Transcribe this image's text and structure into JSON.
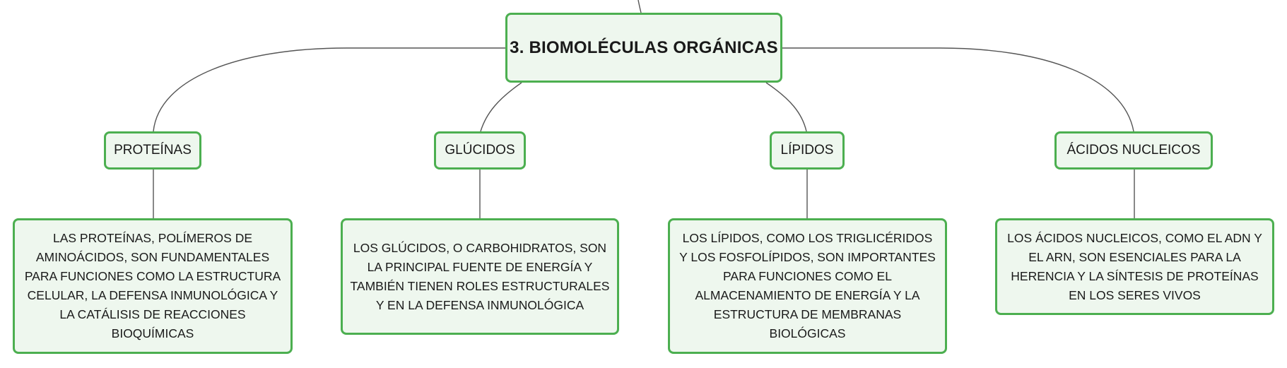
{
  "root": {
    "title": "3. BIOMOLÉCULAS ORGÁNICAS"
  },
  "topics": [
    {
      "label": "PROTEÍNAS",
      "description": "LAS PROTEÍNAS, POLÍMEROS DE AMINOÁCIDOS, SON FUNDAMENTALES PARA FUNCIONES COMO LA ESTRUCTURA CELULAR, LA DEFENSA INMUNOLÓGICA Y LA CATÁLISIS DE REACCIONES BIOQUÍMICAS"
    },
    {
      "label": "GLÚCIDOS",
      "description": "LOS GLÚCIDOS, O CARBOHIDRATOS, SON LA PRINCIPAL FUENTE DE ENERGÍA Y TAMBIÉN TIENEN ROLES ESTRUCTURALES Y EN LA DEFENSA INMUNOLÓGICA"
    },
    {
      "label": "LÍPIDOS",
      "description": "LOS LÍPIDOS, COMO LOS TRIGLICÉRIDOS Y LOS FOSFOLÍPIDOS, SON IMPORTANTES PARA FUNCIONES COMO EL ALMACENAMIENTO DE ENERGÍA Y LA ESTRUCTURA DE MEMBRANAS BIOLÓGICAS"
    },
    {
      "label": "ÁCIDOS NUCLEICOS",
      "description": "LOS ÁCIDOS NUCLEICOS, COMO EL ADN Y EL ARN, SON ESENCIALES PARA LA HERENCIA Y LA SÍNTESIS DE PROTEÍNAS EN LOS SERES VIVOS"
    }
  ],
  "colors": {
    "node_border": "#4caf50",
    "node_fill": "#eef7ee",
    "connector": "#555555"
  }
}
